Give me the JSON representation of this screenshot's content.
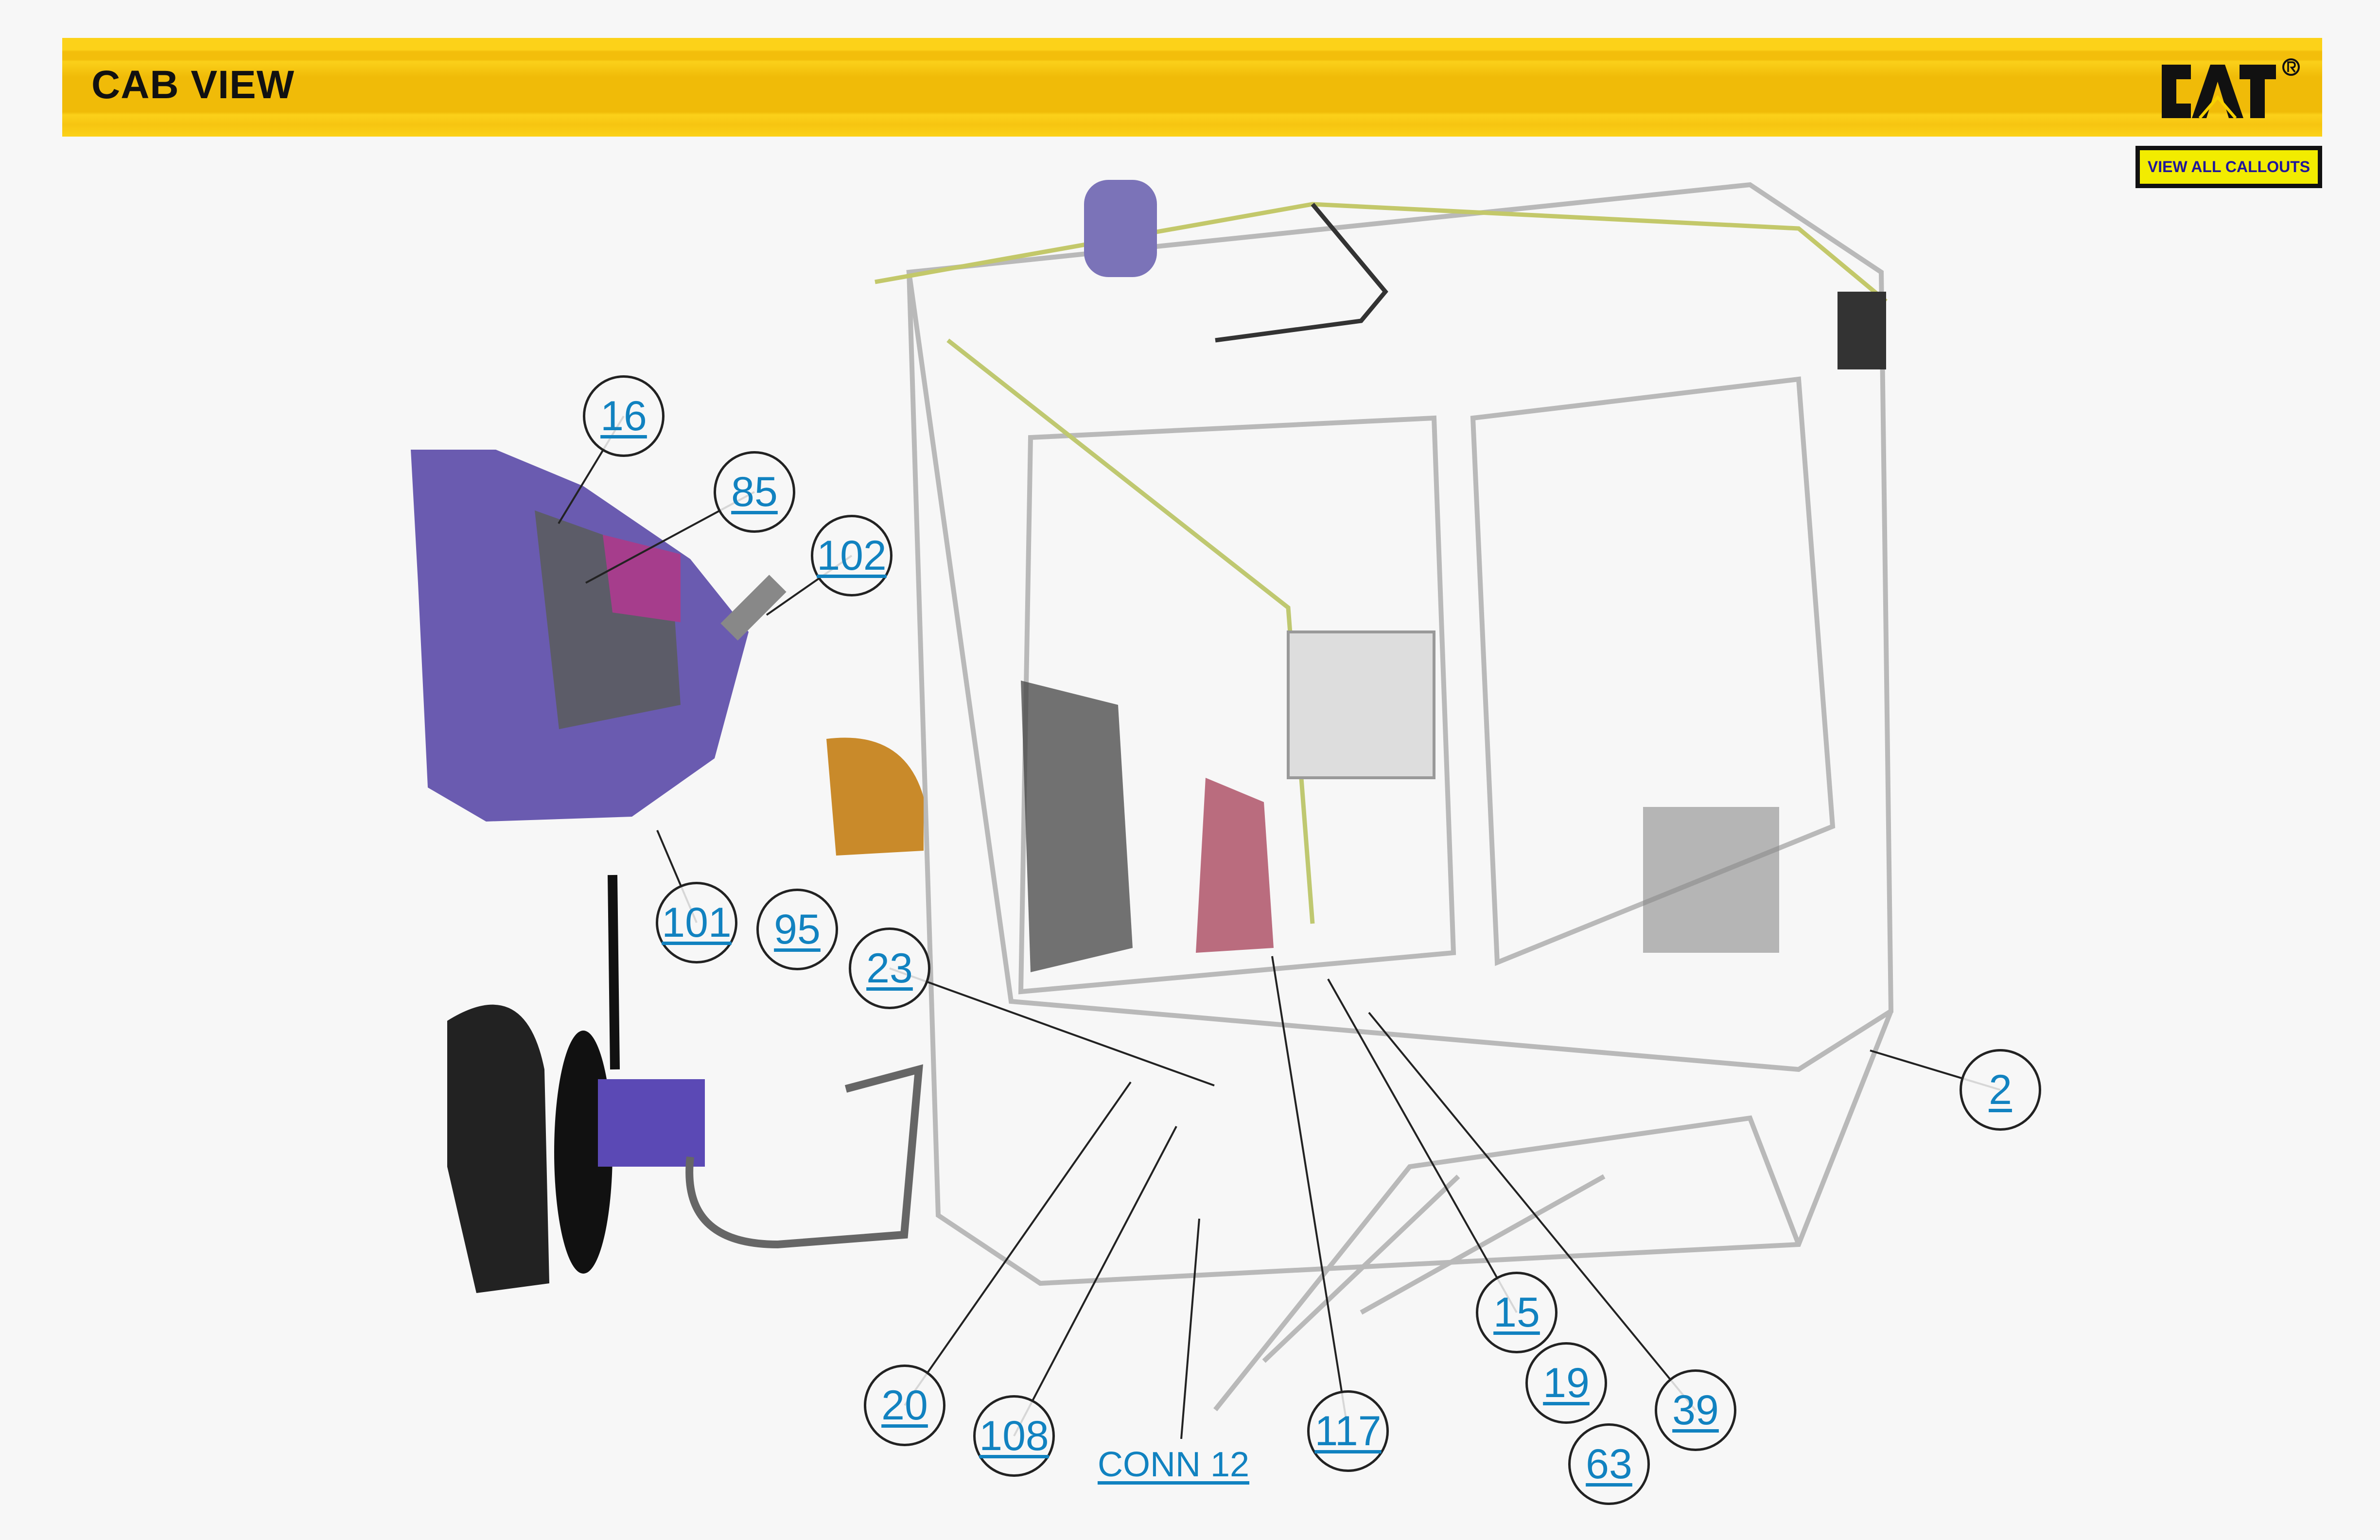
{
  "header": {
    "title": "CAB VIEW",
    "logo_text": "CAT®"
  },
  "toolbar": {
    "view_all_label": "VIEW ALL CALLOUTS"
  },
  "callouts": [
    "16",
    "85",
    "102",
    "101",
    "95",
    "23",
    "2",
    "15",
    "19",
    "63",
    "39",
    "117",
    "20",
    "108"
  ],
  "connector_label": "CONN 12",
  "colors": {
    "header_yellow": "#f3be0b",
    "link": "#1182c0",
    "button_bg": "#f2ec00",
    "button_text": "#20169a"
  }
}
